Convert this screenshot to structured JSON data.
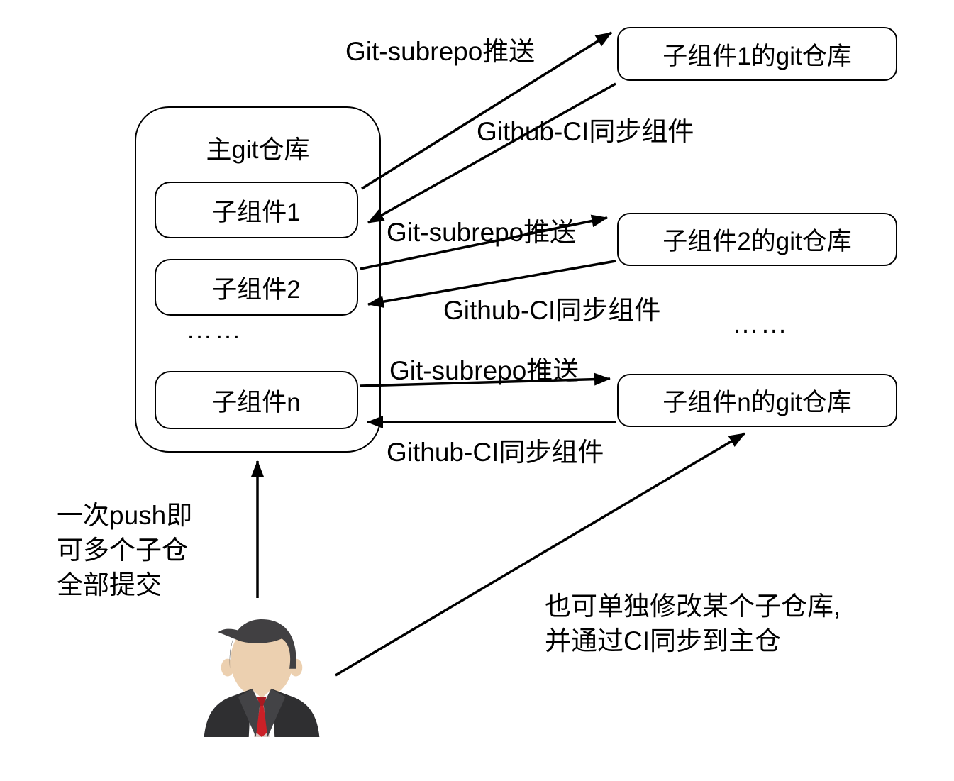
{
  "diagram": {
    "main_repo": {
      "title": "主git仓库",
      "components": [
        "子组件1",
        "子组件2",
        "子组件n"
      ],
      "ellipsis": "……"
    },
    "remote_repos": [
      "子组件1的git仓库",
      "子组件2的git仓库",
      "子组件n的git仓库"
    ],
    "remote_ellipsis": "……",
    "arrow_labels": {
      "push": "Git-subrepo推送",
      "sync": "Github-CI同步组件"
    },
    "notes": {
      "left_lines": [
        "一次push即",
        "可多个子仓",
        "全部提交"
      ],
      "right_lines": [
        "也可单独修改某个子仓库,",
        "并通过CI同步到主仓"
      ]
    },
    "colors": {
      "stroke": "#000000",
      "background": "#ffffff"
    },
    "person": {
      "icon": "businessman-icon",
      "colors": {
        "hair": "#414042",
        "skin": "#ecd0b0",
        "neck_shadow": "#e2c19c",
        "suit": "#2f2f31",
        "lapel": "#434346",
        "shirt": "#ffffff",
        "collar": "#dac9c4",
        "tie": "#cb2027",
        "tie_knot": "#a91a21"
      }
    }
  }
}
